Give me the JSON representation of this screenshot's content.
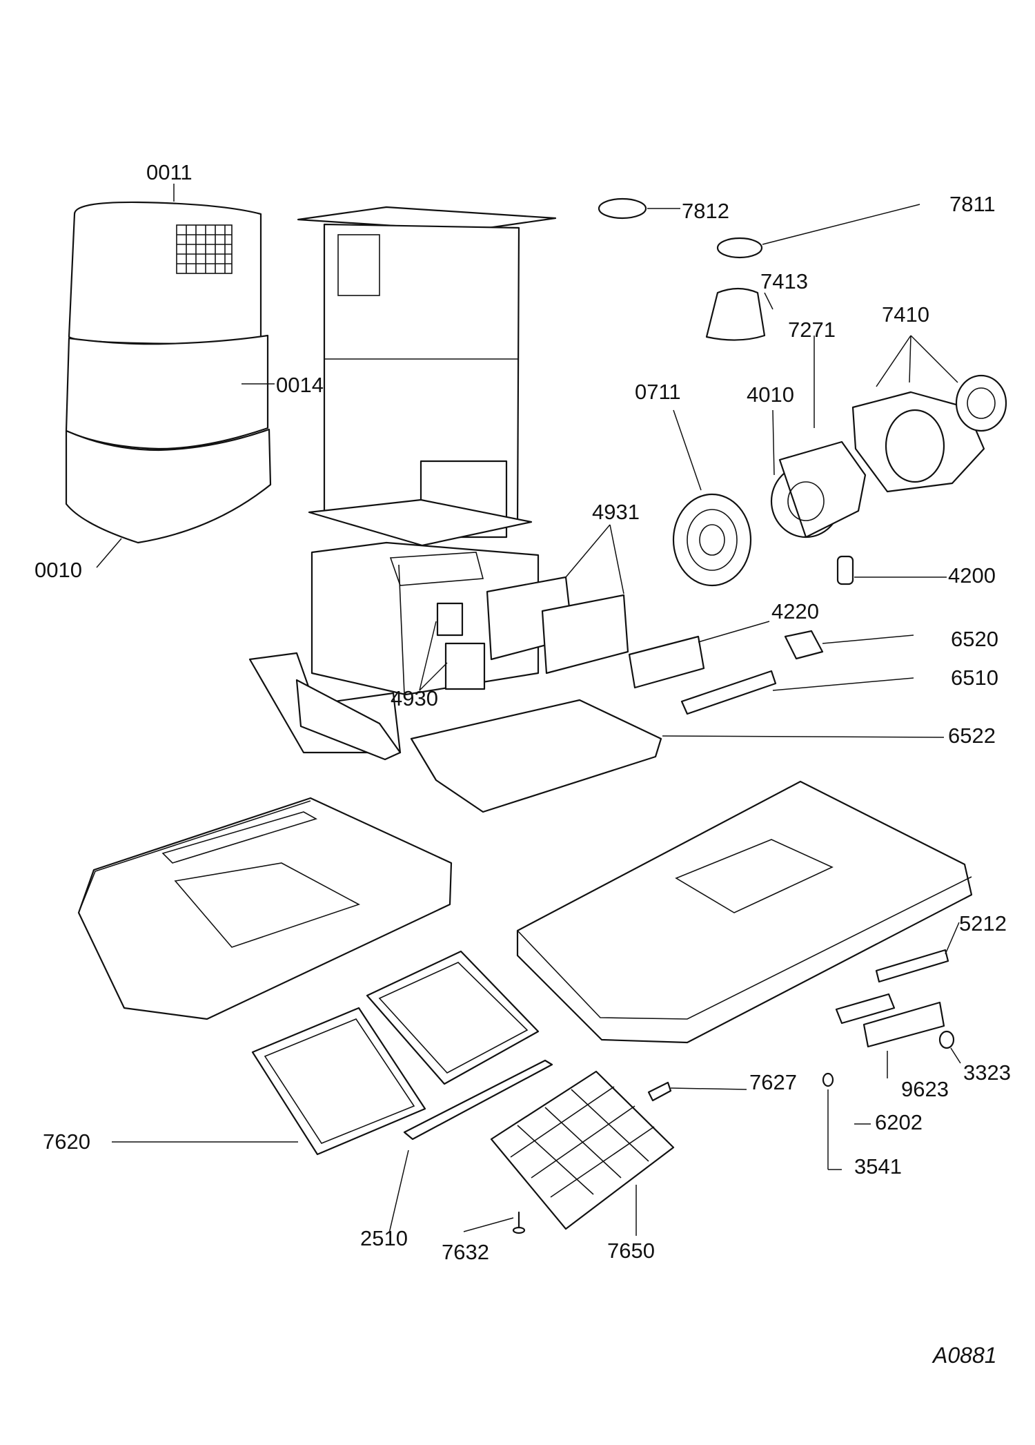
{
  "diagram_id": "A0881",
  "parts": [
    {
      "id": "p0011",
      "label": "0011"
    },
    {
      "id": "p0014",
      "label": "0014"
    },
    {
      "id": "p0010",
      "label": "0010"
    },
    {
      "id": "p7812",
      "label": "7812"
    },
    {
      "id": "p7811",
      "label": "7811"
    },
    {
      "id": "p7413",
      "label": "7413"
    },
    {
      "id": "p7271",
      "label": "7271"
    },
    {
      "id": "p7410",
      "label": "7410"
    },
    {
      "id": "p0711",
      "label": "0711"
    },
    {
      "id": "p4010",
      "label": "4010"
    },
    {
      "id": "p4931",
      "label": "4931"
    },
    {
      "id": "p4200",
      "label": "4200"
    },
    {
      "id": "p4220",
      "label": "4220"
    },
    {
      "id": "p6520",
      "label": "6520"
    },
    {
      "id": "p6510",
      "label": "6510"
    },
    {
      "id": "p4930",
      "label": "4930"
    },
    {
      "id": "p6522",
      "label": "6522"
    },
    {
      "id": "p5212",
      "label": "5212"
    },
    {
      "id": "p3323",
      "label": "3323"
    },
    {
      "id": "p9623",
      "label": "9623"
    },
    {
      "id": "p7627",
      "label": "7627"
    },
    {
      "id": "p6202",
      "label": "6202"
    },
    {
      "id": "p3541",
      "label": "3541"
    },
    {
      "id": "p7620",
      "label": "7620"
    },
    {
      "id": "p2510",
      "label": "2510"
    },
    {
      "id": "p7632",
      "label": "7632"
    },
    {
      "id": "p7650",
      "label": "7650"
    }
  ]
}
